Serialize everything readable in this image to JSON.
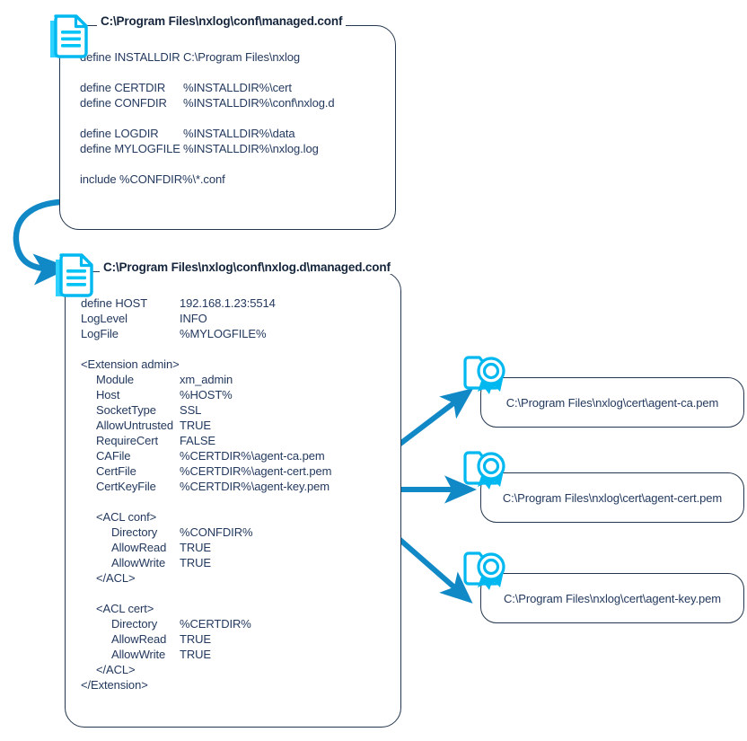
{
  "diagram": {
    "title": "nxlog managed configuration file relationships",
    "colors": {
      "icon_cyan": "#00b8f0",
      "icon_cyan_light": "#2fd2ff",
      "arrow_blue": "#1189c6",
      "border_navy": "#24374e",
      "text_navy": "#23395e",
      "title_navy": "#15253c",
      "background": "#ffffff"
    }
  },
  "panels": [
    {
      "id": "main",
      "icon": "document-icon",
      "title": "C:\\Program Files\\nxlog\\conf\\managed.conf",
      "lines": [
        {
          "key": "define INSTALLDIR",
          "value": "C:\\Program Files\\nxlog"
        },
        {
          "key": "",
          "value": ""
        },
        {
          "key": "define CERTDIR",
          "value": "%INSTALLDIR%\\cert"
        },
        {
          "key": "define CONFDIR",
          "value": "%INSTALLDIR%\\conf\\nxlog.d"
        },
        {
          "key": "",
          "value": ""
        },
        {
          "key": "define LOGDIR",
          "value": "%INSTALLDIR%\\data"
        },
        {
          "key": "define MYLOGFILE",
          "value": "%INSTALLDIR%\\nxlog.log"
        },
        {
          "key": "",
          "value": ""
        },
        {
          "key": "include %CONFDIR%\\*.conf",
          "value": ""
        }
      ]
    },
    {
      "id": "nxlogd",
      "icon": "document-icon",
      "title": "C:\\Program Files\\nxlog\\conf\\nxlog.d\\managed.conf",
      "lines": [
        {
          "key": "define HOST",
          "value": "192.168.1.23:5514",
          "indent": 0
        },
        {
          "key": "LogLevel",
          "value": "INFO",
          "indent": 0
        },
        {
          "key": "LogFile",
          "value": "%MYLOGFILE%",
          "indent": 0
        },
        {
          "key": "",
          "value": "",
          "indent": 0
        },
        {
          "key": "<Extension admin>",
          "value": "",
          "indent": 0
        },
        {
          "key": "Module",
          "value": "xm_admin",
          "indent": 1
        },
        {
          "key": "Host",
          "value": "%HOST%",
          "indent": 1
        },
        {
          "key": "SocketType",
          "value": "SSL",
          "indent": 1
        },
        {
          "key": "AllowUntrusted",
          "value": "TRUE",
          "indent": 1
        },
        {
          "key": "RequireCert",
          "value": "FALSE",
          "indent": 1
        },
        {
          "key": "CAFile",
          "value": "%CERTDIR%\\agent-ca.pem",
          "indent": 1
        },
        {
          "key": "CertFile",
          "value": "%CERTDIR%\\agent-cert.pem",
          "indent": 1
        },
        {
          "key": "CertKeyFile",
          "value": "%CERTDIR%\\agent-key.pem",
          "indent": 1
        },
        {
          "key": "",
          "value": "",
          "indent": 0
        },
        {
          "key": "<ACL conf>",
          "value": "",
          "indent": 1
        },
        {
          "key": "Directory",
          "value": "%CONFDIR%",
          "indent": 2
        },
        {
          "key": "AllowRead",
          "value": "TRUE",
          "indent": 2
        },
        {
          "key": "AllowWrite",
          "value": "TRUE",
          "indent": 2
        },
        {
          "key": "</ACL>",
          "value": "",
          "indent": 1
        },
        {
          "key": "",
          "value": "",
          "indent": 0
        },
        {
          "key": "<ACL cert>",
          "value": "",
          "indent": 1
        },
        {
          "key": "Directory",
          "value": "%CERTDIR%",
          "indent": 2
        },
        {
          "key": "AllowRead",
          "value": "TRUE",
          "indent": 2
        },
        {
          "key": "AllowWrite",
          "value": "TRUE",
          "indent": 2
        },
        {
          "key": "</ACL>",
          "value": "",
          "indent": 1
        },
        {
          "key": "</Extension>",
          "value": "",
          "indent": 0
        }
      ]
    }
  ],
  "certificates": [
    {
      "icon": "certificate-icon",
      "label": "C:\\Program Files\\nxlog\\cert\\agent-ca.pem"
    },
    {
      "icon": "certificate-icon",
      "label": "C:\\Program Files\\nxlog\\cert\\agent-cert.pem"
    },
    {
      "icon": "certificate-icon",
      "label": "C:\\Program Files\\nxlog\\cert\\agent-key.pem"
    }
  ],
  "connectors": [
    {
      "name": "include-curved-arrow",
      "from": "include %CONFDIR%\\*.conf",
      "to": "nxlog.d managed.conf document icon",
      "style": "curved"
    },
    {
      "name": "cafile-arrow",
      "from": "CAFile",
      "to": "agent-ca.pem",
      "style": "straight-up"
    },
    {
      "name": "certfile-arrow",
      "from": "CertFile",
      "to": "agent-cert.pem",
      "style": "straight"
    },
    {
      "name": "certkeyfile-arrow",
      "from": "CertKeyFile",
      "to": "agent-key.pem",
      "style": "straight-down"
    }
  ]
}
